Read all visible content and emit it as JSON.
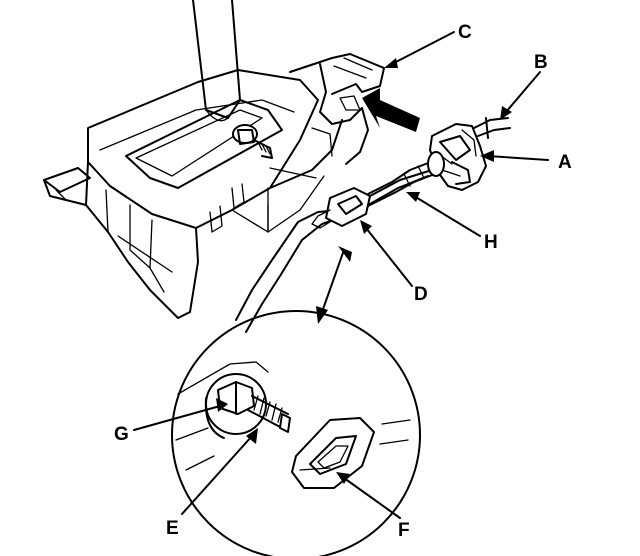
{
  "diagram": {
    "callouts": [
      {
        "id": "A",
        "text": "A"
      },
      {
        "id": "B",
        "text": "B"
      },
      {
        "id": "C",
        "text": "C"
      },
      {
        "id": "D",
        "text": "D"
      },
      {
        "id": "E",
        "text": "E"
      },
      {
        "id": "F",
        "text": "F"
      },
      {
        "id": "G",
        "text": "G"
      },
      {
        "id": "H",
        "text": "H"
      }
    ],
    "colors": {
      "ink": "#000000",
      "background": "#ffffff"
    }
  }
}
